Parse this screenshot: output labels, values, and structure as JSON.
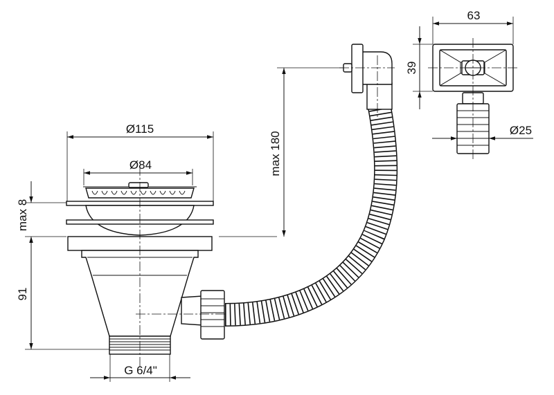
{
  "dimensions": {
    "outer_diameter": "Ø115",
    "strainer_diameter": "Ø84",
    "max_thickness": "max 8",
    "body_height": "91",
    "thread": "G 6/4\"",
    "hose_height": "max 180",
    "overflow_width": "63",
    "overflow_height": "39",
    "outlet_diameter": "Ø25"
  },
  "colors": {
    "line": "#111111",
    "background": "#ffffff"
  }
}
